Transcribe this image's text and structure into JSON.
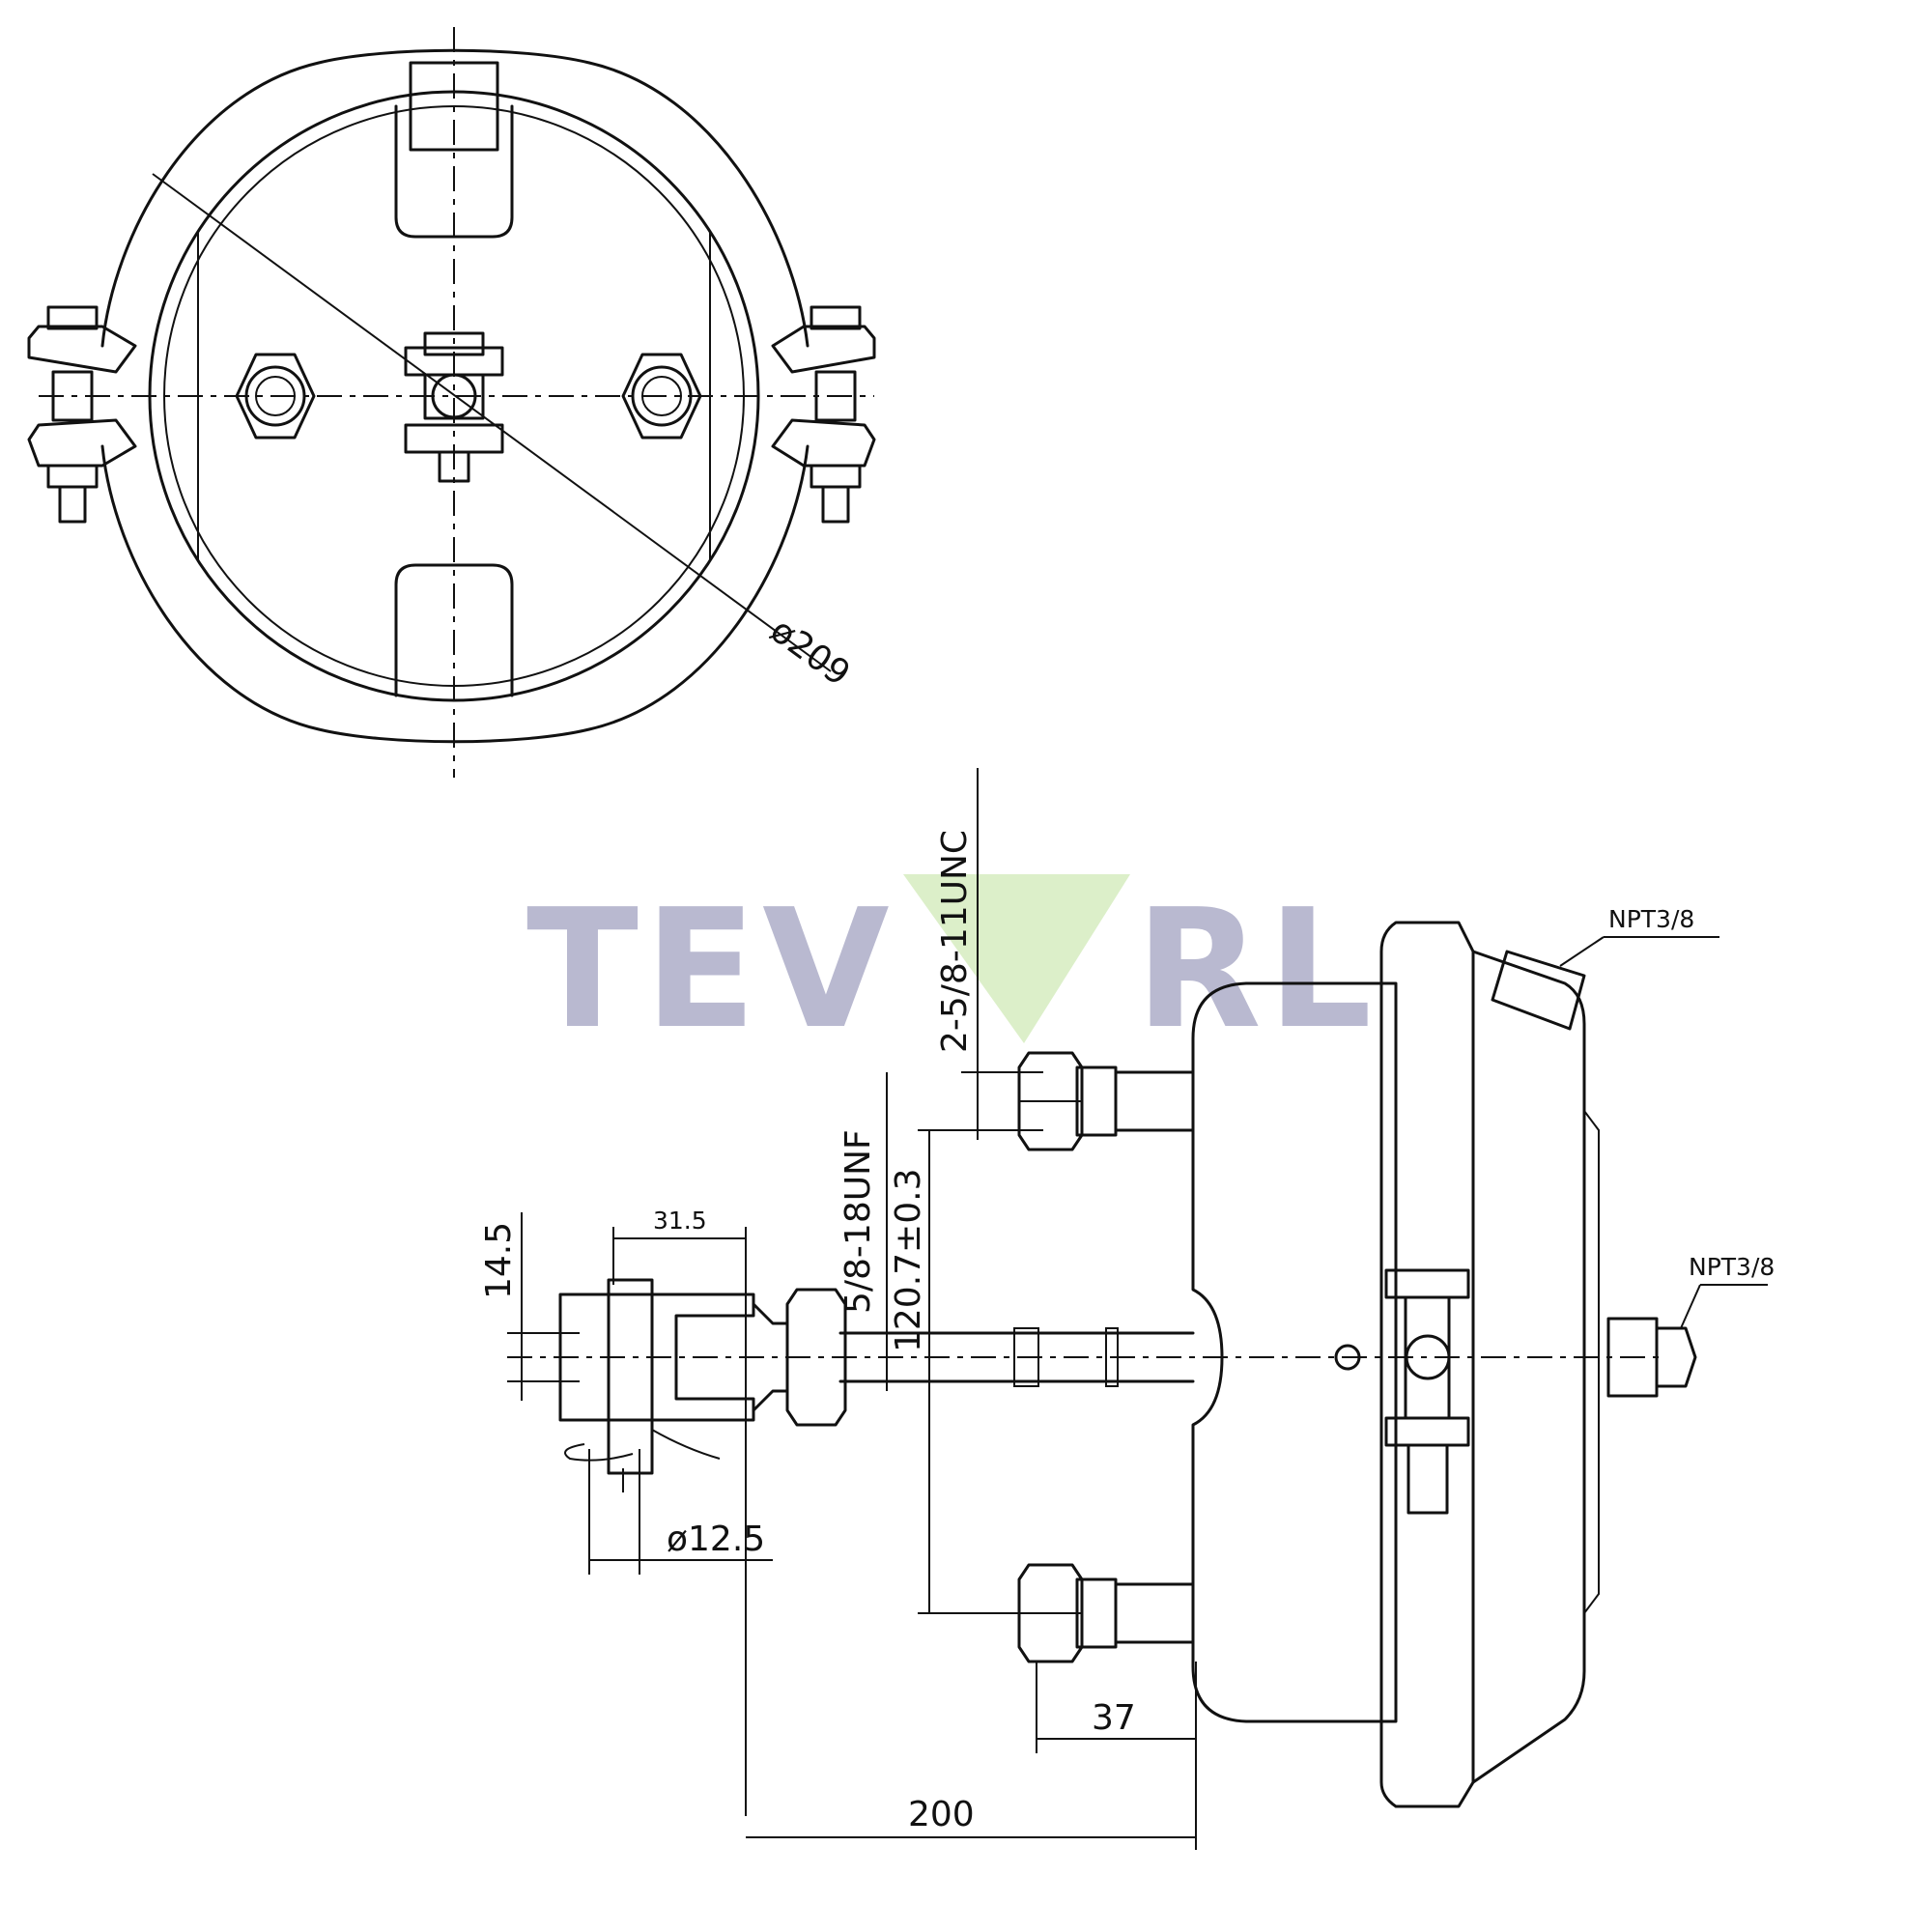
{
  "watermark": {
    "text_left": "TEV",
    "text_right": "RL",
    "left_color": "#b9b9d0",
    "logo_mark_color": "#d6ecc0"
  },
  "dimensions": {
    "diameter": "ø209",
    "stud_thread": "2-5/8-11UNC",
    "rod_thread": "5/8-18UNF",
    "stud_spacing": "120.7±0.3",
    "clevis_width": "31.5",
    "clevis_height": "14.5",
    "pin_diameter": "ø12.5",
    "stud_length": "37",
    "push_rod_length": "200",
    "port_top": "NPT3/8",
    "port_rear": "NPT3/8"
  }
}
